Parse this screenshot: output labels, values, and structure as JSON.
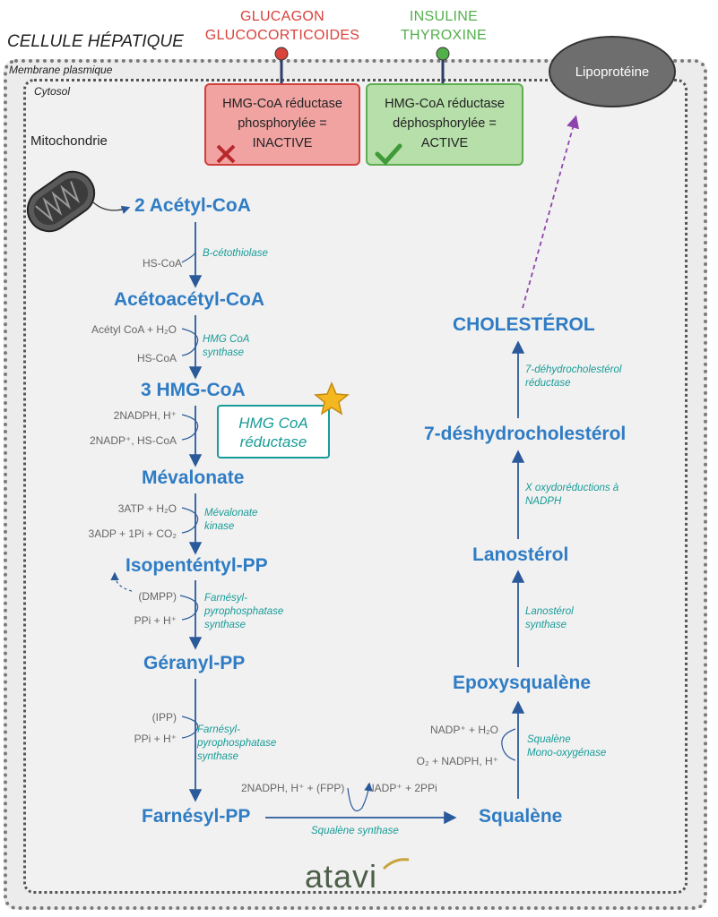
{
  "cell": {
    "title": "CELLULE HÉPATIQUE",
    "membrane_label": "Membrane plasmique",
    "cytosol_label": "Cytosol",
    "mitochondria_label": "Mitochondrie",
    "lipoprotein_label": "Lipoprotéine"
  },
  "regulation": {
    "inhibitors": {
      "line1": "GLUCAGON",
      "line2": "GLUCOCORTICOIDES",
      "color": "#d9433c"
    },
    "activators": {
      "line1": "INSULINE",
      "line2": "THYROXINE",
      "color": "#52b04a"
    },
    "inactive_box": {
      "line1": "HMG-CoA réductase",
      "line2": "phosphorylée =",
      "line3": "INACTIVE",
      "fill": "#f1a3a2",
      "border": "#cf3f3b",
      "mark": "cross-icon"
    },
    "active_box": {
      "line1": "HMG-CoA réductase",
      "line2": "déphosphorylée =",
      "line3": "ACTIVE",
      "fill": "#b6dfa9",
      "border": "#5fae51",
      "mark": "check-icon"
    }
  },
  "pathway_left": {
    "nodes": [
      "2 Acétyl-CoA",
      "Acétoacétyl-CoA",
      "3 HMG-CoA",
      "Mévalonate",
      "Isopenténtyl-PP",
      "Géranyl-PP",
      "Farnésyl-PP"
    ],
    "steps": [
      {
        "enzyme": [
          "B-cétothiolase"
        ],
        "cofactors": [
          "HS-CoA"
        ]
      },
      {
        "enzyme": [
          "HMG CoA",
          "synthase"
        ],
        "cofactors": [
          "Acétyl CoA + H₂O",
          "HS-CoA"
        ]
      },
      {
        "enzyme": [
          "HMG CoA",
          "réductase"
        ],
        "cofactors": [
          "2NADPH, H⁺",
          "2NADP⁺, HS-CoA"
        ]
      },
      {
        "enzyme": [
          "Mévalonate",
          "kinase"
        ],
        "cofactors": [
          "3ATP + H₂O",
          "3ADP + 1Pi + CO₂"
        ]
      },
      {
        "enzyme": [
          "Farnésyl-",
          "pyrophosphatase",
          "synthase"
        ],
        "cofactors": [
          "(DMPP)",
          "PPi + H⁺"
        ]
      },
      {
        "enzyme": [
          "Farnésyl-",
          "pyrophosphatase",
          "synthase"
        ],
        "cofactors": [
          "(IPP)",
          "PPi + H⁺"
        ]
      }
    ]
  },
  "bottom_step": {
    "enzyme": "Squalène synthase",
    "cofactor_in": "2NADPH, H⁺ + (FPP)",
    "cofactor_out": "NADP⁺ + 2PPi"
  },
  "pathway_right": {
    "nodes": [
      "Squalène",
      "Epoxysqualène",
      "Lanostérol",
      "7-déshydrocholestérol",
      "CHOLESTÉROL"
    ],
    "steps": [
      {
        "enzyme": [
          "Squalène",
          "Mono-oxygénase"
        ],
        "cofactors": [
          "NADP⁺ + H₂O",
          "O₂ + NADPH, H⁺"
        ]
      },
      {
        "enzyme": [
          "Lanostérol",
          "synthase"
        ]
      },
      {
        "enzyme": [
          "X oxydoréductions à",
          "NADPH"
        ]
      },
      {
        "enzyme": [
          "7-déhydrocholestérol",
          "réductase"
        ]
      }
    ]
  },
  "highlight": {
    "line1": "HMG CoA",
    "line2": "réductase",
    "star_color": "#f5b71f"
  },
  "logo": {
    "text": "atavi"
  },
  "colors": {
    "node": "#2f7cc4",
    "enzyme": "#179c98",
    "arrow": "#2a5a9a",
    "export_arrow": "#8e44ad"
  }
}
